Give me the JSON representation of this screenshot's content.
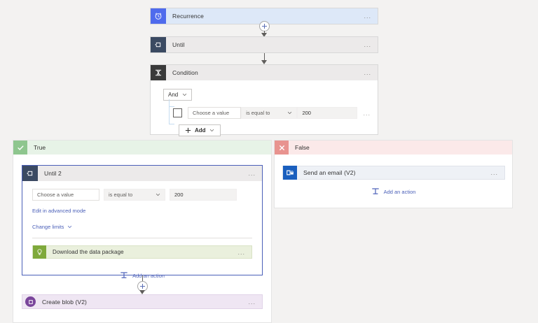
{
  "app": {
    "name": "power-automate-flow-designer"
  },
  "flow": {
    "steps": [
      {
        "id": "recurrence",
        "title": "Recurrence",
        "icon": "clock-icon",
        "menu": "..."
      },
      {
        "id": "until",
        "title": "Until",
        "icon": "loop-icon",
        "menu": "..."
      },
      {
        "id": "condition",
        "title": "Condition",
        "icon": "condition-icon",
        "menu": "..."
      }
    ]
  },
  "condition": {
    "operator_label": "And",
    "row": {
      "value_placeholder": "Choose a value",
      "operator_label": "is equal to",
      "compare_value": "200",
      "menu": "..."
    },
    "add_label": "Add"
  },
  "branches": {
    "true": {
      "label": "True",
      "icon": "check-icon",
      "header_color": "#e7f3e7",
      "until2": {
        "title": "Until 2",
        "icon": "loop-icon",
        "menu": "...",
        "value_placeholder": "Choose a value",
        "operator_label": "is equal to",
        "compare_value": "200",
        "advanced_link": "Edit in advanced mode",
        "change_limits_link": "Change limits",
        "inner_action": {
          "title": "Download the data package",
          "icon": "lightbulb-icon",
          "menu": "..."
        },
        "add_action_label": "Add an action"
      },
      "next_step": {
        "title": "Create blob (V2)",
        "icon": "blob-icon",
        "menu": "..."
      }
    },
    "false": {
      "label": "False",
      "icon": "close-icon",
      "header_color": "#fbe9e9",
      "action": {
        "title": "Send an email (V2)",
        "icon": "outlook-icon",
        "menu": "..."
      },
      "add_action_label": "Add an action"
    }
  },
  "colors": {
    "recurrence_header": "#dde8f8",
    "recurrence_icon": "#4f6bed",
    "until_icon": "#3b4a62",
    "condition_icon": "#3a3a3a",
    "true_accent": "#8ec68e",
    "false_accent": "#e8938f",
    "link": "#4a5fb8",
    "green_action": "#7fa93b",
    "purple_action": "#7a459b",
    "outlook_blue": "#1a5fbe"
  }
}
